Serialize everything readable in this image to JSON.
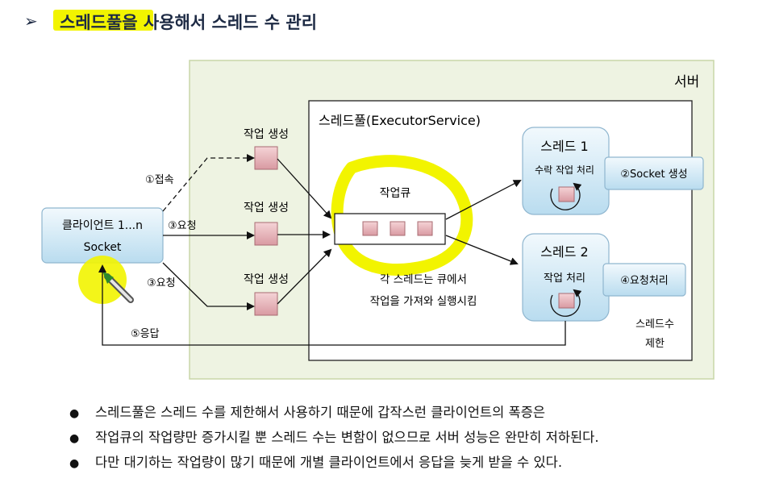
{
  "title": {
    "marker": "➢",
    "text": "스레드풀을 사용해서 스레드 수 관리",
    "highlighted_part": "스레드풀을"
  },
  "diagram": {
    "server_label": "서버",
    "pool_label": "스레드풀(ExecutorService)",
    "client": {
      "line1": "클라이언트 1...n",
      "line2": "Socket"
    },
    "task_labels": [
      "작업 생성",
      "작업 생성",
      "작업 생성"
    ],
    "edge_labels": {
      "connect": "①접속",
      "request1": "③요청",
      "request2": "③요청",
      "response": "⑤응답"
    },
    "queue_label": "작업큐",
    "queue_desc": [
      "각 스레드는 큐에서",
      "작업을 가져와 실행시킴"
    ],
    "thread1": {
      "title": "스레드 1",
      "subtitle": "수락 작업 처리",
      "callout": "②Socket 생성"
    },
    "thread2": {
      "title": "스레드 2",
      "subtitle": "작업 처리",
      "callout": "④요청처리"
    },
    "thread_limit": [
      "스레드수",
      "제한"
    ]
  },
  "bullets": [
    "스레드풀은 스레드 수를 제한해서 사용하기 때문에 갑작스런 클라이언트의 폭증은",
    "작업큐의 작업량만 증가시킬 뿐 스레드 수는 변함이 없으므로 서버 성능은 완만히 저하된다.",
    "다만 대기하는 작업량이 많기 때문에 개별 클라이언트에서 응답을 늦게 받을 수 있다."
  ],
  "colors": {
    "title_text": "#1d2a44",
    "highlight": "#f2f400",
    "server_bg": "#eef3e2",
    "task_box": "#e3aeb4",
    "node_fill": "#d9ecf7"
  }
}
